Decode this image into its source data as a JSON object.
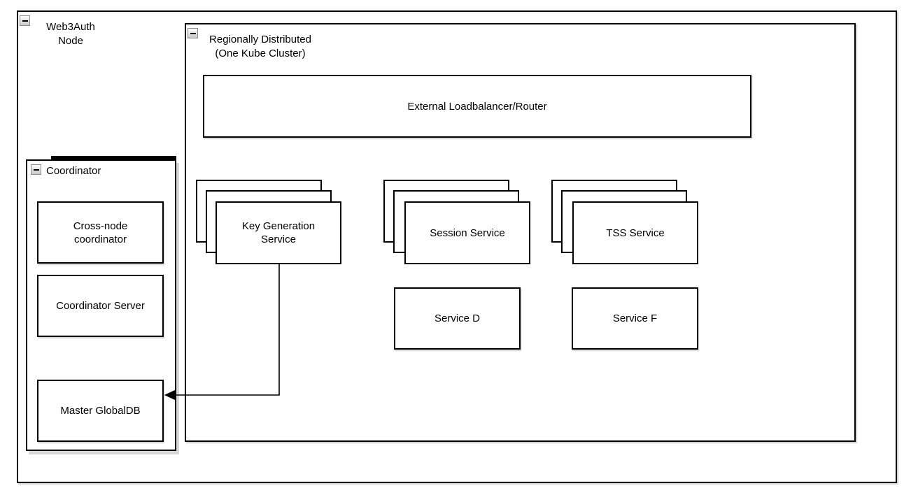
{
  "diagram": {
    "containers": {
      "web3auth": {
        "label": "Web3Auth\nNode"
      },
      "regional": {
        "label": "Regionally Distributed\n(One Kube Cluster)"
      },
      "coordinator": {
        "label": "Coordinator"
      }
    },
    "nodes": {
      "external_lb": {
        "label": "External Loadbalancer/Router"
      },
      "key_generation": {
        "label": "Key Generation\nService",
        "replicas": 3
      },
      "session": {
        "label": "Session Service",
        "replicas": 3
      },
      "tss": {
        "label": "TSS Service",
        "replicas": 3
      },
      "service_d": {
        "label": "Service D"
      },
      "service_f": {
        "label": "Service F"
      },
      "cross_node": {
        "label": "Cross-node\ncoordinator"
      },
      "coordinator_server": {
        "label": "Coordinator Server"
      },
      "master_globaldb": {
        "label": "Master GlobalDB"
      }
    },
    "edges": [
      {
        "from": "key_generation",
        "to": "master_globaldb",
        "style": "orthogonal-arrow"
      }
    ],
    "colors": {
      "border": "#000000",
      "background": "#ffffff",
      "coordinator_shadow": "#d8d8d8",
      "text": "#000000"
    }
  }
}
